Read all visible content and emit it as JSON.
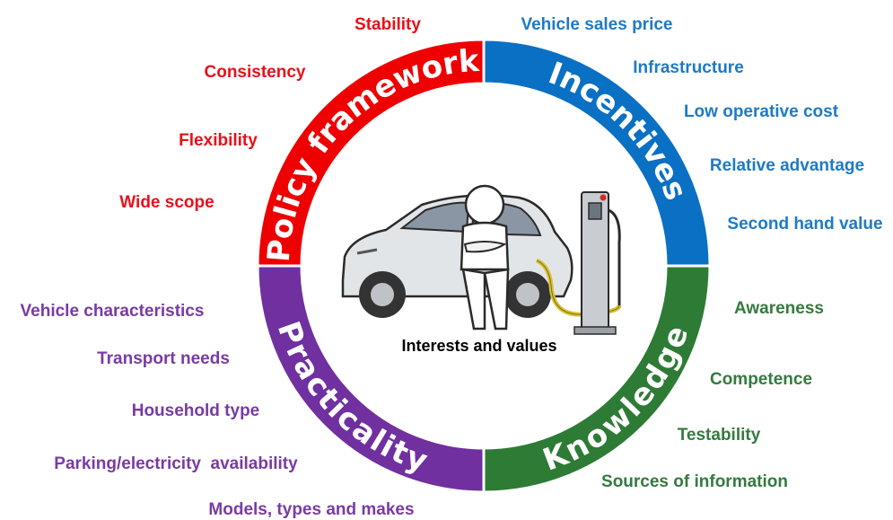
{
  "colors": {
    "policy": "#ee0000",
    "incentives": "#0a70c4",
    "practicality": "#7030a0",
    "knowledge": "#2e7b36",
    "policy_text": "#e8101a",
    "incentives_text": "#1e7ac4",
    "practicality_text": "#7a3aa4",
    "knowledge_text": "#357a3e"
  },
  "center": {
    "label": "Interests and values"
  },
  "segments": {
    "policy": {
      "title": "Policy framework",
      "items": [
        "Stability",
        "Consistency",
        "Flexibility",
        "Wide scope"
      ]
    },
    "incentives": {
      "title": "Incentives",
      "items": [
        "Vehicle sales price",
        "Infrastructure",
        "Low operative cost",
        "Relative advantage",
        "Second hand value"
      ]
    },
    "practicality": {
      "title": "Practicality",
      "items": [
        "Vehicle characteristics",
        "Transport needs",
        "Household type",
        "Parking/electricity  availability",
        "Models, types and makes"
      ]
    },
    "knowledge": {
      "title": "Knowledge",
      "items": [
        "Awareness",
        "Competence",
        "Testability",
        "Sources of information"
      ]
    }
  }
}
